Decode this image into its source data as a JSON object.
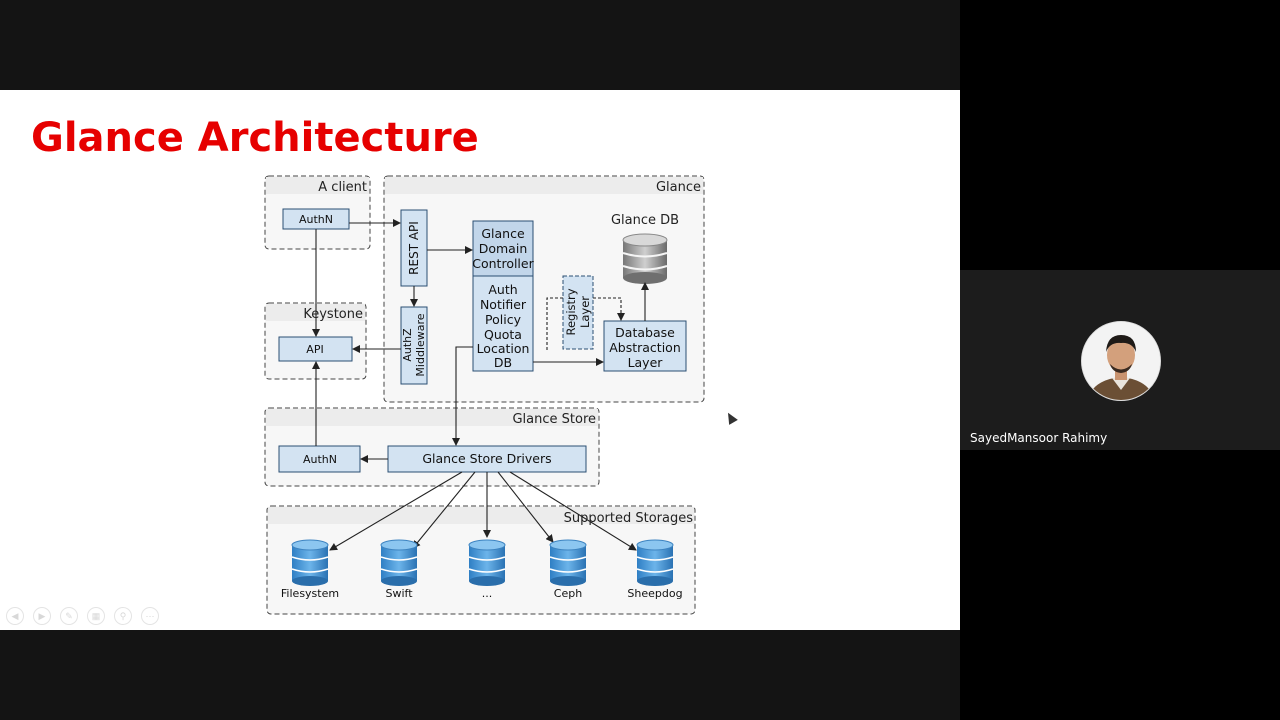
{
  "slide": {
    "title": "Glance Architecture",
    "diagram": {
      "groups": {
        "client": "A client",
        "glance": "Glance",
        "keystone": "Keystone",
        "store": "Glance Store",
        "storages": "Supported Storages"
      },
      "client_authn": "AuthN",
      "keystone_api": "API",
      "rest_api": "REST API",
      "authz": [
        "AuthZ",
        "Middleware"
      ],
      "domain_controller": [
        "Glance",
        "Domain",
        "Controller"
      ],
      "controller_items": [
        "Auth",
        "Notifier",
        "Policy",
        "Quota",
        "Location",
        "DB"
      ],
      "registry": [
        "Registry",
        "Layer"
      ],
      "glance_db": "Glance DB",
      "db_abstraction": [
        "Database",
        "Abstraction",
        "Layer"
      ],
      "store_authn": "AuthN",
      "store_drivers": "Glance Store Drivers",
      "storages": [
        "Filesystem",
        "Swift",
        "...",
        "Ceph",
        "Sheepdog"
      ]
    }
  },
  "icons": {
    "controls": [
      "prev-icon",
      "next-icon",
      "pen-icon",
      "slides-icon",
      "zoom-icon",
      "more-icon"
    ]
  },
  "participant": {
    "name": "SayedMansoor Rahimy"
  }
}
